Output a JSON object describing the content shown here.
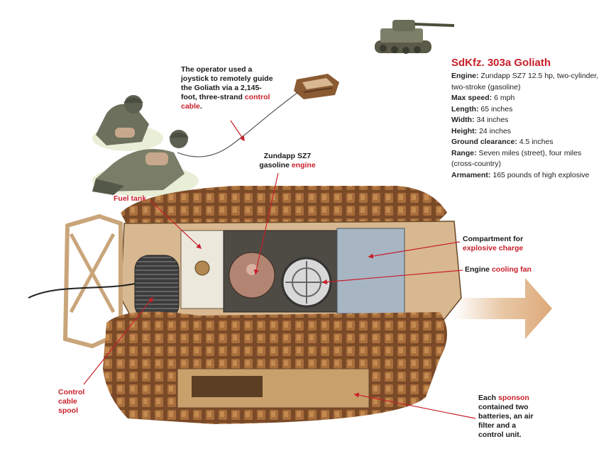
{
  "spec": {
    "title": "SdKfz. 303a Goliath",
    "rows": [
      {
        "key": "Engine:",
        "value": "Zundapp SZ7 12.5 hp, two-cylinder, two-stroke (gasoline)"
      },
      {
        "key": "Max speed:",
        "value": "6 mph"
      },
      {
        "key": "Length:",
        "value": "65 inches"
      },
      {
        "key": "Width:",
        "value": "34 inches"
      },
      {
        "key": "Height:",
        "value": "24 inches"
      },
      {
        "key": "Ground clearance:",
        "value": "4.5 inches"
      },
      {
        "key": "Range:",
        "value": "Seven miles (street), four miles (cross-country)"
      },
      {
        "key": "Armament:",
        "value": "165 pounds of high explosive"
      }
    ]
  },
  "labels": {
    "operator_text": "The operator used a joystick to remotely guide the Goliath via a 2,145-foot, three-strand",
    "operator_highlight": "control cable",
    "operator_end": ".",
    "engine_line1": "Zundapp SZ7",
    "engine_line2": "gasoline",
    "engine_highlight": "engine",
    "fuel_tank": "Fuel tank",
    "compartment_text": "Compartment for",
    "compartment_highlight": "explosive charge",
    "cooling_text": "Engine",
    "cooling_highlight": "cooling fan",
    "spool": "Control cable spool",
    "sponson_text1": "Each",
    "sponson_highlight": "sponson",
    "sponson_text2": "contained two batteries, an air filter and a control unit."
  },
  "colors": {
    "accent": "#c8202a",
    "track": "#8a5a32",
    "hull": "#d8b890",
    "arrow": "#e2b98f"
  }
}
